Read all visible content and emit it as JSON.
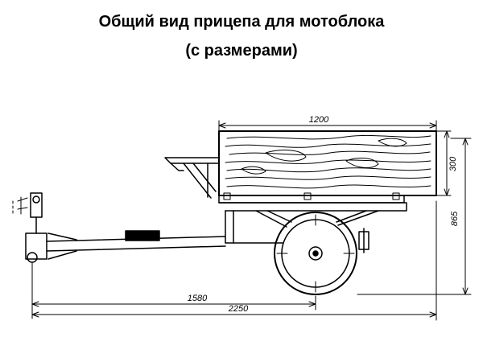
{
  "title": {
    "line1": "Общий вид прицепа для мотоблока",
    "line2": "(с размерами)"
  },
  "dimensions": {
    "body_length": "1200",
    "body_height": "300",
    "overall_height": "865",
    "hitch_to_axle": "1580",
    "overall_length": "2250"
  },
  "colors": {
    "ink": "#000000",
    "background": "#ffffff"
  }
}
